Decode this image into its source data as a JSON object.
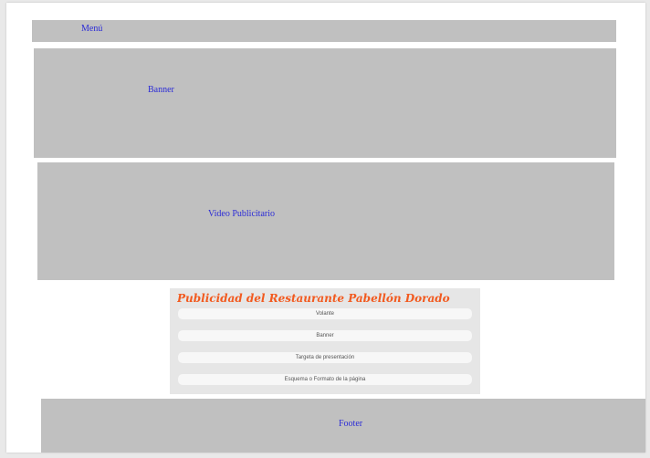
{
  "layout_blocks": {
    "menu": "Menú",
    "banner": "Banner",
    "video": "Video Publicitario",
    "footer": "Footer"
  },
  "publicity_panel": {
    "title": "Publicidad del Restaurante Pabellón Dorado",
    "links": [
      "Volante",
      "Banner",
      "Targeta de presentación",
      "Esquema o Formato de la página"
    ]
  },
  "colors": {
    "block_fill": "#c0c0c0",
    "label_text": "#2b2bd6",
    "title_accent": "#f25a1f"
  }
}
